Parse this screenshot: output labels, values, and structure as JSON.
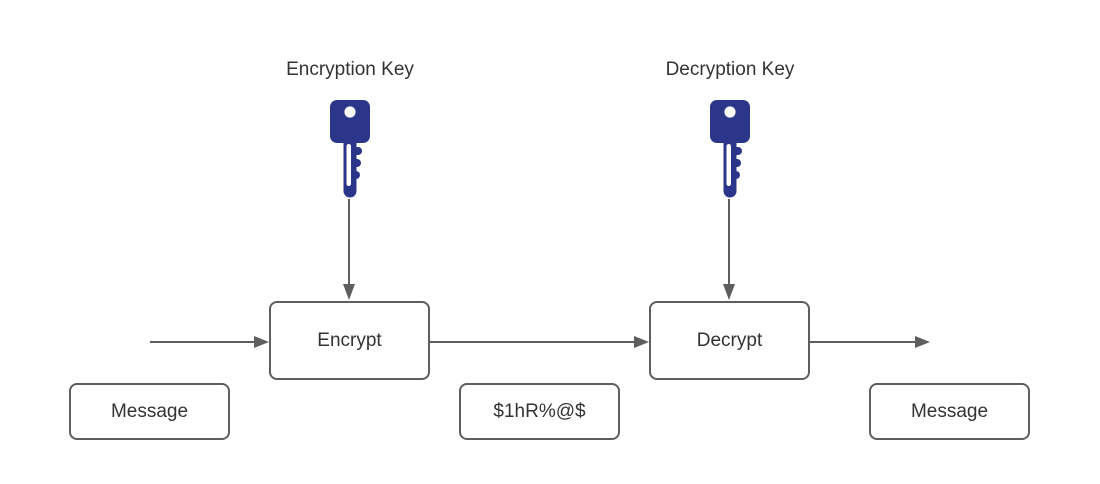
{
  "diagram": {
    "labels": {
      "encryption_key": "Encryption Key",
      "decryption_key": "Decryption Key"
    },
    "nodes": {
      "encrypt": "Encrypt",
      "decrypt": "Decrypt",
      "message_input": "Message",
      "ciphertext": "$1hR%@$",
      "message_output": "Message"
    },
    "icons": {
      "encryption_key": "key-icon",
      "decryption_key": "key-icon"
    },
    "colors": {
      "key_fill": "#2b3589",
      "stroke": "#5e5e5e",
      "text": "#333333",
      "node_background": "#ffffff",
      "canvas_background": "#ffffff"
    }
  }
}
